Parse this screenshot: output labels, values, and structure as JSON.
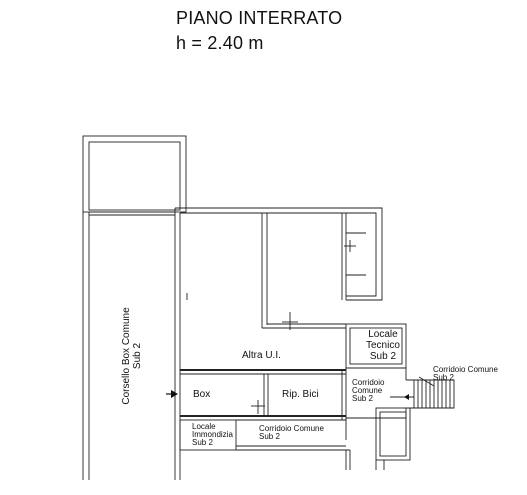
{
  "header": {
    "title": "PIANO INTERRATO",
    "height_label": "h = 2.40 m"
  },
  "rooms": {
    "corsello": {
      "line1": "Corsello Box Comune",
      "line2": "Sub 2"
    },
    "altra_ui": "Altra U.I.",
    "locale_tecnico": {
      "line1": "Locale",
      "line2": "Tecnico",
      "line3": "Sub 2"
    },
    "box": "Box",
    "rip_bici": "Rip. Bici",
    "corridoio_comune_inner": {
      "line1": "Corridoio",
      "line2": "Comune",
      "line3": "Sub 2"
    },
    "corridoio_comune_outer": {
      "line1": "Corridoio Comune",
      "line2": "Sub 2"
    },
    "locale_immondizia": {
      "line1": "Locale",
      "line2": "Immondizia",
      "line3": "Sub 2"
    },
    "corridoio_comune_bottom": {
      "line1": "Corridoio Comune",
      "line2": "Sub 2"
    }
  }
}
